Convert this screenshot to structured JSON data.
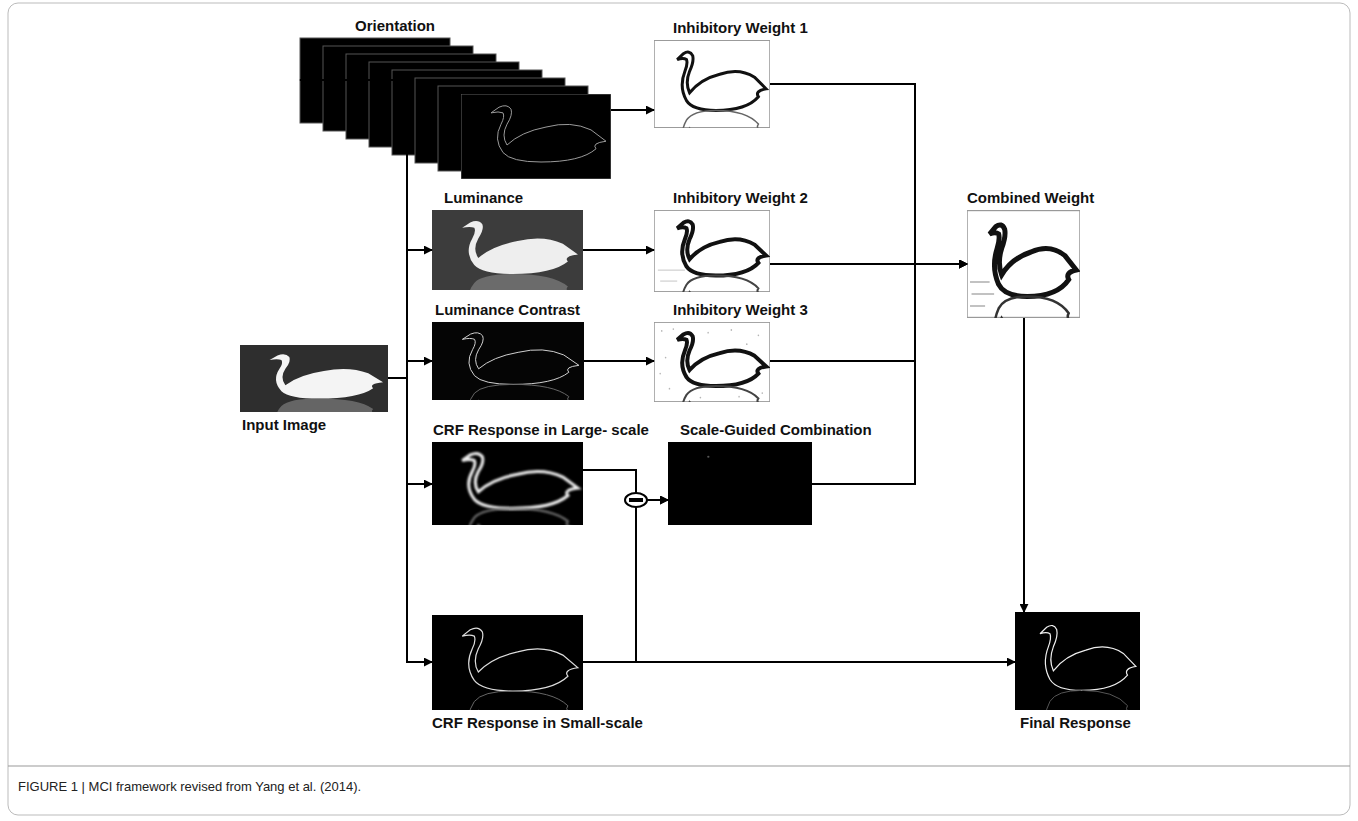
{
  "diagram": {
    "caption": "FIGURE 1 | MCI framework revised from Yang et al. (2014).",
    "nodes": [
      {
        "text": [
          "Orientation"
        ]
      },
      {
        "text": [
          "Inhibitory Weight 1"
        ]
      },
      {
        "text": [
          "Luminance"
        ]
      },
      {
        "text": [
          "Inhibitory Weight 2"
        ]
      },
      {
        "text": [
          "Combined Weight"
        ]
      },
      {
        "text": [
          "Luminance Contrast"
        ]
      },
      {
        "text": [
          "Inhibitory Weight 3"
        ]
      },
      {
        "text": [
          "Input Image"
        ]
      },
      {
        "text": [
          "CRF Response in Large- scale"
        ]
      },
      {
        "text": [
          "Scale-Guided Combination"
        ]
      },
      {
        "text": [
          "CRF Response in Small-scale"
        ]
      },
      {
        "text": [
          "Final Response"
        ]
      }
    ],
    "edges": [
      {
        "from": 7,
        "to": 0,
        "arrow": "to"
      },
      {
        "from": 7,
        "to": 2,
        "arrow": "to"
      },
      {
        "from": 7,
        "to": 5,
        "arrow": "to"
      },
      {
        "from": 7,
        "to": 8,
        "arrow": "to"
      },
      {
        "from": 7,
        "to": 10,
        "arrow": "to"
      },
      {
        "from": 0,
        "to": 1,
        "arrow": "to"
      },
      {
        "from": 2,
        "to": 3,
        "arrow": "to"
      },
      {
        "from": 5,
        "to": 6,
        "arrow": "to"
      },
      {
        "from": 1,
        "to": 4,
        "arrow": "to"
      },
      {
        "from": 3,
        "to": 4,
        "arrow": "to"
      },
      {
        "from": 6,
        "to": 4,
        "arrow": "to"
      },
      {
        "from": 9,
        "to": 4,
        "arrow": "to"
      },
      {
        "from": 8,
        "to": 9,
        "arrow": "to"
      },
      {
        "from": 10,
        "to": 9,
        "arrow": "to"
      },
      {
        "from": 10,
        "to": 11,
        "arrow": "to"
      },
      {
        "from": 4,
        "to": 11,
        "arrow": "to"
      }
    ]
  }
}
